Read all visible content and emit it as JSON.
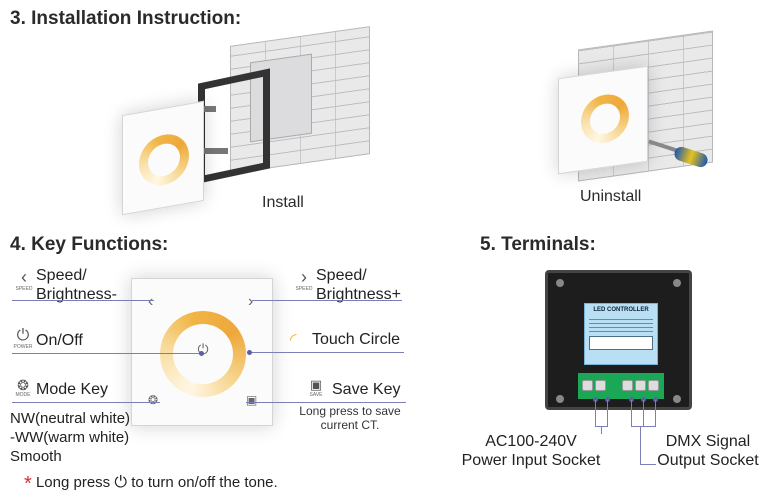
{
  "sections": {
    "installation": {
      "heading": "3. Installation Instruction:",
      "install_caption": "Install",
      "uninstall_caption": "Uninstall"
    },
    "key_functions": {
      "heading": "4. Key Functions:",
      "speed_down": {
        "line1": "Speed/",
        "line2": "Brightness-",
        "sub": "SPEED"
      },
      "speed_up": {
        "line1": "Speed/",
        "line2": "Brightness+",
        "sub": "SPEED"
      },
      "on_off": {
        "label": "On/Off",
        "sub": "POWER"
      },
      "touch_circle": {
        "label": "Touch Circle"
      },
      "mode_key": {
        "label": "Mode Key",
        "sub": "MODE"
      },
      "save_key": {
        "label": "Save Key",
        "sub": "SAVE",
        "note_line1": "Long press to save",
        "note_line2": "current CT."
      },
      "modes": [
        "NW(neutral white)",
        "-WW(warm white)",
        "Smooth"
      ],
      "footnote_prefix": "Long press",
      "footnote_suffix": "to turn on/off the tone.",
      "footnote_mark": "*"
    },
    "terminals": {
      "heading": "5. Terminals:",
      "controller_title": "LED CONTROLLER",
      "power_input_label_line1": "AC100-240V",
      "power_input_label_line2": "Power Input Socket",
      "dmx_label_line1": "DMX Signal",
      "dmx_label_line2": "Output Socket"
    }
  },
  "colors": {
    "leader_line": "#7a7fb8",
    "footnote_mark": "#d32f2f",
    "terminal_green": "#1aa857"
  },
  "icons": {
    "chevron_left": "‹",
    "chevron_right": "›",
    "power": "⏻",
    "mode": "❂",
    "save": "▣",
    "touch_circle": "◜"
  }
}
